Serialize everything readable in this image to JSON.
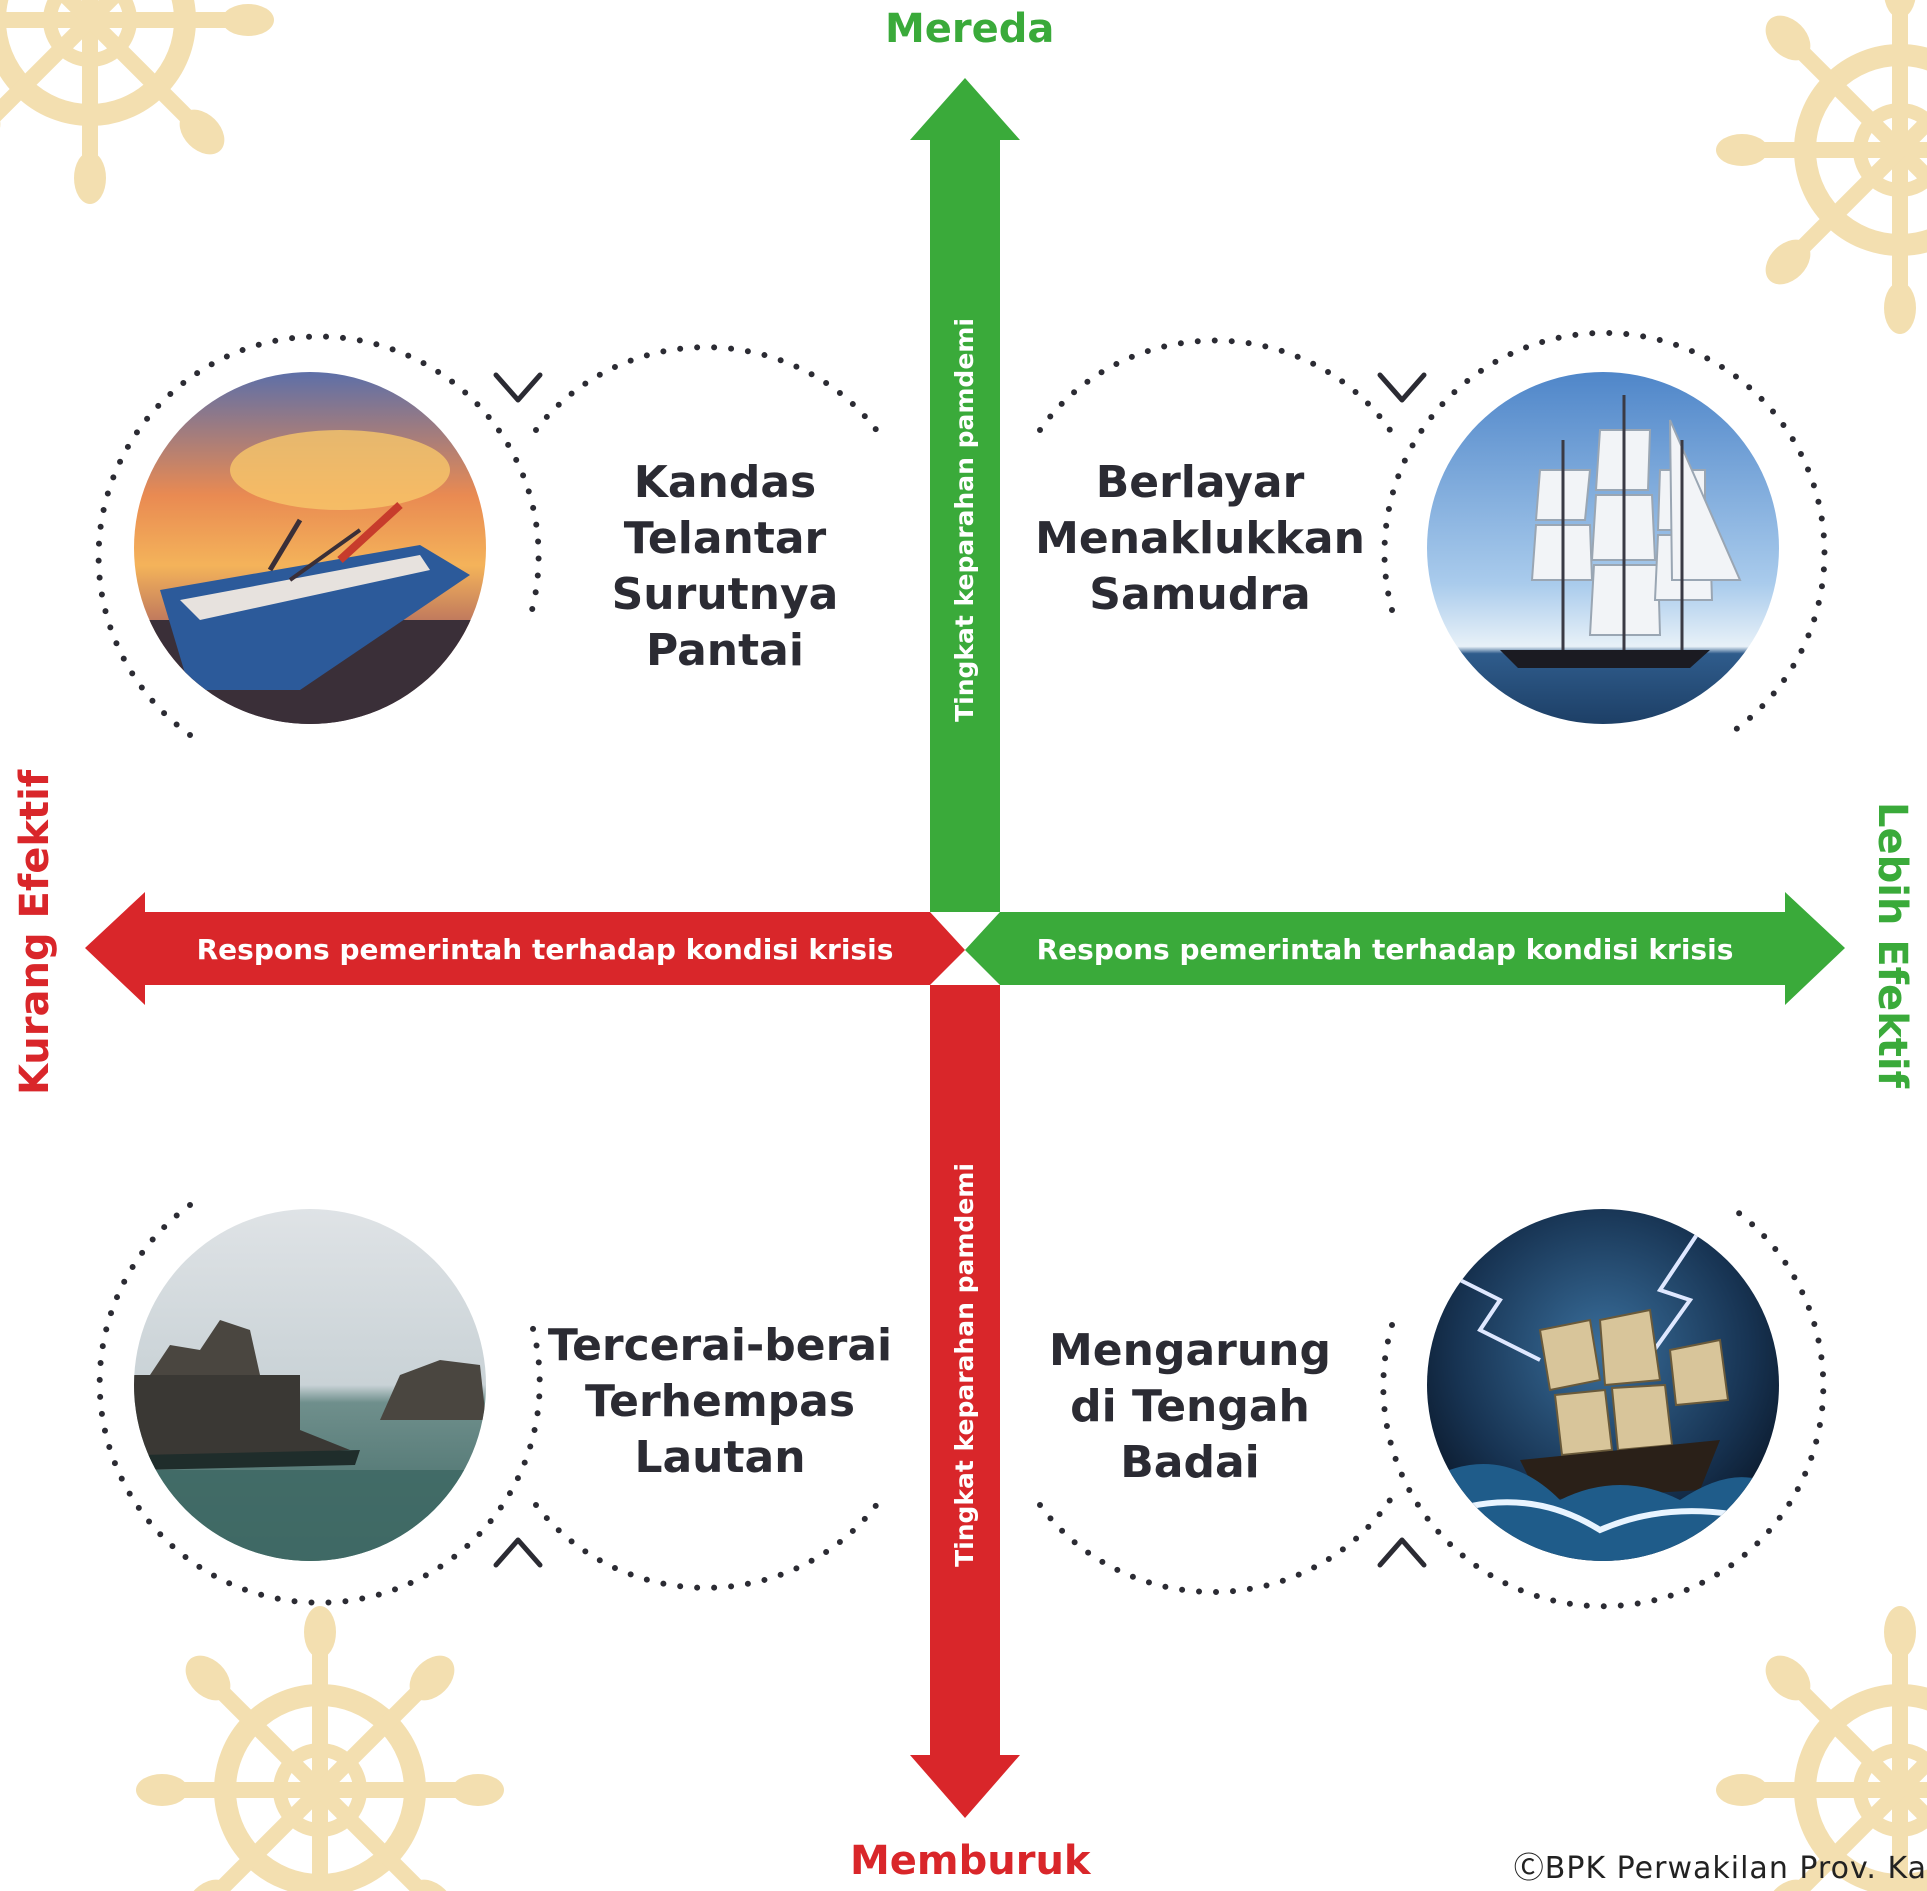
{
  "axes": {
    "top": "Mereda",
    "bottom": "Memburuk",
    "left": "Kurang Efektif",
    "right": "Lebih Efektif",
    "vertical_arrow_label": "Tingkat keparahan pamdemi",
    "horizontal_arrow_label": "Respons pemerintah terhadap kondisi krisis"
  },
  "quadrants": {
    "top_left": {
      "lines": [
        "Kandas Telantar",
        "Surutnya",
        "Pantai"
      ],
      "image": "stranded-boat-sunset"
    },
    "top_right": {
      "lines": [
        "Berlayar",
        "Menaklukkan",
        "Samudra"
      ],
      "image": "tall-ship-sailing"
    },
    "bottom_left": {
      "lines": [
        "Tercerai-berai",
        "Terhempas",
        "Lautan"
      ],
      "image": "shipwreck-ruins"
    },
    "bottom_right": {
      "lines": [
        "Mengarung",
        "di Tengah",
        "Badai"
      ],
      "image": "ship-in-storm"
    }
  },
  "credit": "ⒸBPK Perwakilan Prov. Ka",
  "colors": {
    "green": "#3aaa3a",
    "red": "#d9262a",
    "text_dark": "#2b2b33",
    "wheel": "#f3dfb0"
  }
}
